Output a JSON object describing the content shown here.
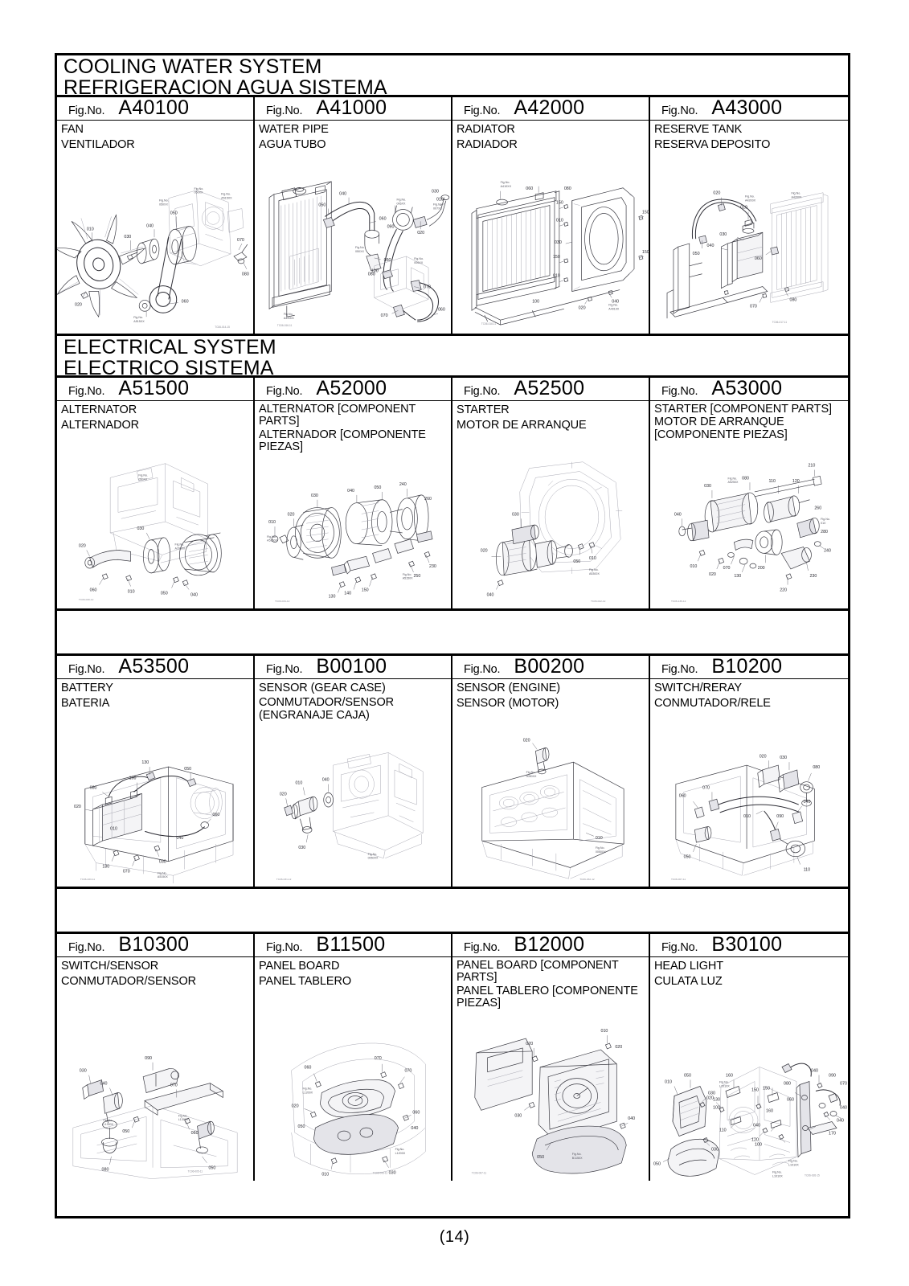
{
  "page": {
    "footer": "(14)"
  },
  "sections": [
    {
      "id": "cooling-water-system",
      "title_en": "COOLING WATER SYSTEM",
      "title_es": "REFRIGERACION AGUA SISTEMA",
      "rows": [
        {
          "cells": [
            {
              "fig_label": "Fig.No.",
              "fig_no": "A40100",
              "name_en": "FAN",
              "name_es": "VENTILADOR",
              "art": "fan"
            },
            {
              "fig_label": "Fig.No.",
              "fig_no": "A41000",
              "name_en": "WATER PIPE",
              "name_es": "AGUA TUBO",
              "art": "waterpipe"
            },
            {
              "fig_label": "Fig.No.",
              "fig_no": "A42000",
              "name_en": "RADIATOR",
              "name_es": "RADIADOR",
              "art": "radiator"
            },
            {
              "fig_label": "Fig.No.",
              "fig_no": "A43000",
              "name_en": "RESERVE TANK",
              "name_es": "RESERVA DEPOSITO",
              "art": "reservetank"
            }
          ]
        }
      ]
    },
    {
      "id": "electrical-system",
      "title_en": "ELECTRICAL SYSTEM",
      "title_es": "ELECTRICO SISTEMA",
      "rows": [
        {
          "cells": [
            {
              "fig_label": "Fig.No.",
              "fig_no": "A51500",
              "name_en": "ALTERNATOR",
              "name_es": "ALTERNADOR",
              "art": "alternator"
            },
            {
              "fig_label": "Fig.No.",
              "fig_no": "A52000",
              "name_en": "ALTERNATOR [COMPONENT PARTS]",
              "name_es": "ALTERNADOR [COMPONENTE PIEZAS]",
              "art": "alternator-parts"
            },
            {
              "fig_label": "Fig.No.",
              "fig_no": "A52500",
              "name_en": "STARTER",
              "name_es": "MOTOR DE ARRANQUE",
              "art": "starter"
            },
            {
              "fig_label": "Fig.No.",
              "fig_no": "A53000",
              "name_en": "STARTER [COMPONENT PARTS]",
              "name_es": "MOTOR DE ARRANQUE [COMPONENTE PIEZAS]",
              "art": "starter-parts"
            }
          ]
        },
        {
          "cells": [
            {
              "fig_label": "Fig.No.",
              "fig_no": "A53500",
              "name_en": "BATTERY",
              "name_es": "BATERIA",
              "art": "battery"
            },
            {
              "fig_label": "Fig.No.",
              "fig_no": "B00100",
              "name_en": "SENSOR (GEAR CASE)",
              "name_es": "CONMUTADOR/SENSOR (ENGRANAJE CAJA)",
              "art": "sensor-gearcase"
            },
            {
              "fig_label": "Fig.No.",
              "fig_no": "B00200",
              "name_en": "SENSOR (ENGINE)",
              "name_es": "SENSOR (MOTOR)",
              "art": "sensor-engine"
            },
            {
              "fig_label": "Fig.No.",
              "fig_no": "B10200",
              "name_en": "SWITCH/RERAY",
              "name_es": "CONMUTADOR/RELE",
              "art": "switch-relay"
            }
          ]
        },
        {
          "cells": [
            {
              "fig_label": "Fig.No.",
              "fig_no": "B10300",
              "name_en": "SWITCH/SENSOR",
              "name_es": "CONMUTADOR/SENSOR",
              "art": "switch-sensor"
            },
            {
              "fig_label": "Fig.No.",
              "fig_no": "B11500",
              "name_en": "PANEL BOARD",
              "name_es": "PANEL TABLERO",
              "art": "panel-board"
            },
            {
              "fig_label": "Fig.No.",
              "fig_no": "B12000",
              "name_en": "PANEL BOARD [COMPONENT PARTS]",
              "name_es": "PANEL TABLERO [COMPONENTE PIEZAS]",
              "art": "panel-board-parts"
            },
            {
              "fig_label": "Fig.No.",
              "fig_no": "B30100",
              "name_en": "HEAD LIGHT",
              "name_es": "CULATA LUZ",
              "art": "head-light"
            }
          ]
        }
      ]
    }
  ],
  "callouts": {
    "fan": [
      "010",
      "020",
      "030",
      "040",
      "050",
      "060",
      "070",
      "080"
    ],
    "waterpipe": [
      "010",
      "020",
      "030",
      "040",
      "050",
      "060",
      "070",
      "080",
      "090",
      "100"
    ],
    "radiator": [
      "010",
      "020",
      "030",
      "040",
      "050",
      "060",
      "100",
      "150"
    ],
    "reservetank": [
      "010",
      "020",
      "030",
      "040",
      "050",
      "060",
      "070",
      "080"
    ],
    "alternator": [
      "010",
      "020",
      "030",
      "040",
      "050",
      "060"
    ],
    "alternator-parts": [
      "010",
      "020",
      "030",
      "040",
      "050",
      "130",
      "140",
      "150",
      "230",
      "240",
      "250",
      "260"
    ],
    "starter": [
      "010",
      "020",
      "030",
      "040",
      "050"
    ],
    "starter-parts": [
      "010",
      "020",
      "030",
      "040",
      "070",
      "080",
      "110",
      "120",
      "130",
      "200",
      "210",
      "220",
      "230",
      "240",
      "260",
      "280"
    ],
    "battery": [
      "010",
      "020",
      "030",
      "040",
      "050",
      "060",
      "070",
      "080",
      "100",
      "130"
    ],
    "sensor-gearcase": [
      "010",
      "020",
      "030",
      "040"
    ],
    "sensor-engine": [
      "010",
      "020"
    ],
    "switch-relay": [
      "010",
      "020",
      "030",
      "040",
      "050",
      "060",
      "070",
      "080",
      "090",
      "110"
    ],
    "switch-sensor": [
      "030",
      "040",
      "050",
      "060",
      "070",
      "080",
      "090"
    ],
    "panel-board": [
      "010",
      "020",
      "030",
      "040",
      "050",
      "060",
      "070"
    ],
    "panel-board-parts": [
      "010",
      "020",
      "030",
      "040",
      "050",
      "060"
    ],
    "head-light": [
      "010",
      "030",
      "040",
      "050",
      "060",
      "070",
      "080",
      "090",
      "100",
      "110",
      "120",
      "130",
      "140",
      "150",
      "160",
      "170"
    ]
  },
  "ref_tags": {
    "fig_no_prefix": "Fig.No."
  }
}
